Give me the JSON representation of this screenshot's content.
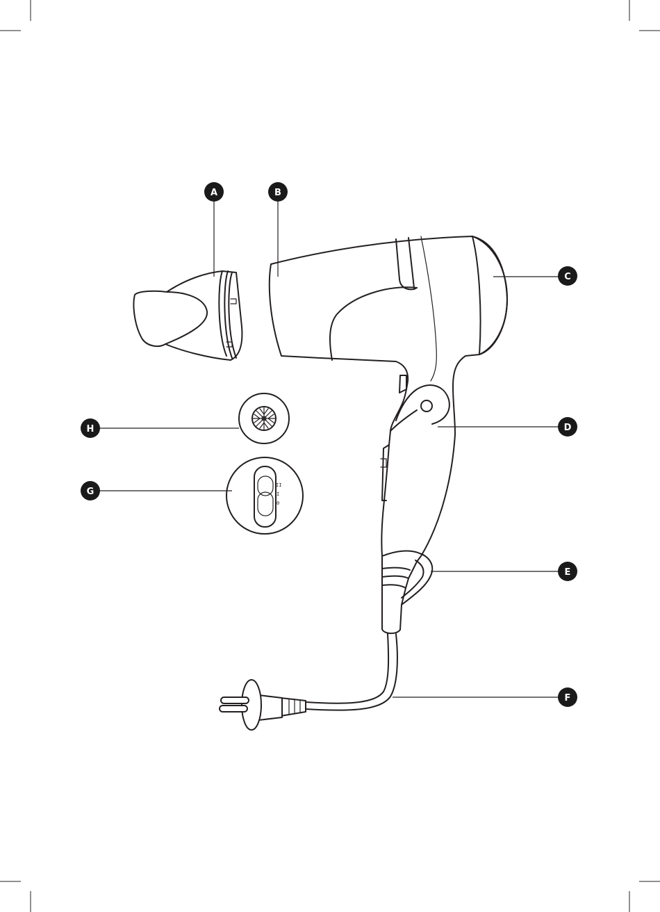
{
  "callouts": [
    {
      "id": "A",
      "label": "A"
    },
    {
      "id": "B",
      "label": "B"
    },
    {
      "id": "C",
      "label": "C"
    },
    {
      "id": "D",
      "label": "D"
    },
    {
      "id": "E",
      "label": "E"
    },
    {
      "id": "F",
      "label": "F"
    },
    {
      "id": "G",
      "label": "G"
    },
    {
      "id": "H",
      "label": "H"
    }
  ],
  "switch_marks": {
    "high": "II",
    "low": "I",
    "off": "0"
  },
  "colors": {
    "ink": "#231f20",
    "callout_fill": "#1a1a1a",
    "callout_text": "#ffffff",
    "background": "#ffffff"
  }
}
